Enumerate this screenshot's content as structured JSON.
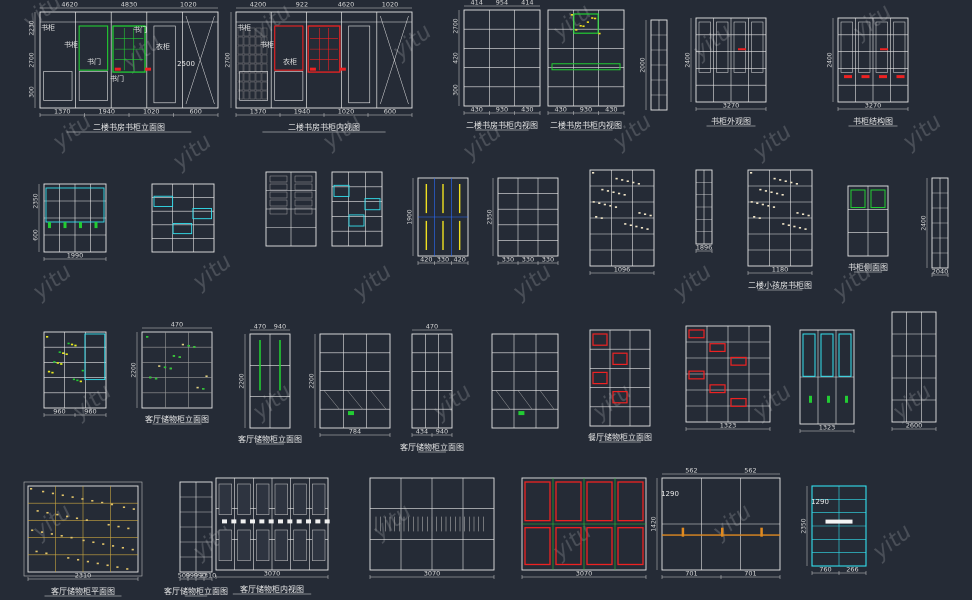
{
  "watermark": "yitu",
  "colors": {
    "background": "#252b36",
    "frame": "#e6e6e6",
    "dimension": "#cfcfcf",
    "accent_green": "#22cc33",
    "accent_cyan": "#33e0ee",
    "accent_red": "#ee2222",
    "accent_yellow": "#f0e020",
    "accent_blue": "#2a6cff",
    "accent_magenta": "#dd33cc",
    "accent_orange": "#e08a20"
  },
  "drawings": [
    {
      "title": "二楼书房书柜立面图",
      "bottom_dims": [
        "1370",
        "1940",
        "1020",
        "600"
      ],
      "top_dims": [
        "4620",
        "4830",
        "1020"
      ],
      "side_dims": [
        "2230",
        "2700",
        "300"
      ],
      "marks": [
        "书柜",
        "书柜",
        "书门",
        "书门",
        "书门",
        "衣柜",
        "2500"
      ]
    },
    {
      "title": "二楼书房书柜内视图",
      "bottom_dims": [
        "1370",
        "1940",
        "1020",
        "600"
      ],
      "top_dims": [
        "4200",
        "922",
        "4620",
        "1020"
      ],
      "side_dims": [
        "2700"
      ],
      "marks": [
        "书柜",
        "书柜",
        "衣柜"
      ]
    },
    {
      "title": "二楼书房书柜内视图",
      "bottom_dims": [
        "430",
        "930",
        "430"
      ],
      "top_dims": [
        "414",
        "954",
        "414"
      ],
      "side_dims": [
        "2700",
        "420",
        "300"
      ],
      "marks": []
    },
    {
      "title": "二楼书房书柜内视图",
      "bottom_dims": [
        "430",
        "930",
        "430"
      ],
      "top_dims": [],
      "side_dims": [],
      "marks": []
    },
    {
      "title": "",
      "bottom_dims": [],
      "top_dims": [],
      "side_dims": [
        "2000"
      ],
      "marks": []
    },
    {
      "title": "书柜外观图",
      "bottom_dims": [
        "3270"
      ],
      "top_dims": [],
      "side_dims": [
        "2400"
      ],
      "marks": []
    },
    {
      "title": "书柜结构图",
      "bottom_dims": [
        "3270"
      ],
      "top_dims": [],
      "side_dims": [
        "2400"
      ],
      "marks": []
    },
    {
      "title": "",
      "bottom_dims": [
        "1990"
      ],
      "top_dims": [],
      "side_dims": [
        "2350",
        "600"
      ],
      "marks": []
    },
    {
      "title": "",
      "bottom_dims": [],
      "top_dims": [],
      "side_dims": [],
      "marks": []
    },
    {
      "title": "",
      "bottom_dims": [],
      "top_dims": [],
      "side_dims": [],
      "marks": []
    },
    {
      "title": "",
      "bottom_dims": [],
      "top_dims": [],
      "side_dims": [],
      "marks": []
    },
    {
      "title": "",
      "bottom_dims": [
        "420",
        "330",
        "420"
      ],
      "top_dims": [],
      "side_dims": [
        "1900"
      ],
      "marks": []
    },
    {
      "title": "",
      "bottom_dims": [
        "330",
        "330",
        "330"
      ],
      "top_dims": [],
      "side_dims": [
        "2350"
      ],
      "marks": []
    },
    {
      "title": "",
      "bottom_dims": [
        "1096"
      ],
      "top_dims": [],
      "side_dims": [],
      "marks": []
    },
    {
      "title": "",
      "bottom_dims": [
        "1896"
      ],
      "top_dims": [],
      "side_dims": [],
      "marks": []
    },
    {
      "title": "二楼小孩房书柜图",
      "bottom_dims": [
        "1180"
      ],
      "top_dims": [],
      "side_dims": [],
      "marks": []
    },
    {
      "title": "书柜侧面图",
      "bottom_dims": [],
      "top_dims": [],
      "side_dims": [],
      "marks": []
    },
    {
      "title": "",
      "bottom_dims": [
        "2040"
      ],
      "top_dims": [],
      "side_dims": [
        "2400"
      ],
      "marks": []
    },
    {
      "title": "",
      "bottom_dims": [
        "960",
        "960"
      ],
      "top_dims": [],
      "side_dims": [],
      "marks": []
    },
    {
      "title": "客厅储物柜立面图",
      "bottom_dims": [],
      "top_dims": [
        "470"
      ],
      "side_dims": [
        "2200"
      ],
      "marks": []
    },
    {
      "title": "客厅储物柜立面图",
      "bottom_dims": [],
      "top_dims": [
        "470",
        "940"
      ],
      "side_dims": [
        "2200"
      ],
      "marks": []
    },
    {
      "title": "",
      "bottom_dims": [
        "784"
      ],
      "top_dims": [],
      "side_dims": [
        "2200"
      ],
      "marks": []
    },
    {
      "title": "客厅储物柜立面图",
      "bottom_dims": [
        "434",
        "940"
      ],
      "top_dims": [
        "470"
      ],
      "side_dims": [],
      "marks": []
    },
    {
      "title": "",
      "bottom_dims": [],
      "top_dims": [],
      "side_dims": [],
      "marks": []
    },
    {
      "title": "餐厅储物柜立面图",
      "bottom_dims": [],
      "top_dims": [],
      "side_dims": [],
      "marks": []
    },
    {
      "title": "",
      "bottom_dims": [
        "1323"
      ],
      "top_dims": [],
      "side_dims": [],
      "marks": []
    },
    {
      "title": "",
      "bottom_dims": [
        "1323"
      ],
      "top_dims": [],
      "side_dims": [],
      "marks": []
    },
    {
      "title": "",
      "bottom_dims": [
        "2600"
      ],
      "top_dims": [],
      "side_dims": [],
      "marks": []
    },
    {
      "title": "客厅储物柜平面图",
      "bottom_dims": [
        "2310"
      ],
      "top_dims": [],
      "side_dims": [],
      "marks": []
    },
    {
      "title": "客厅储物柜立面图",
      "bottom_dims": [
        "500",
        "990",
        "990",
        "2310"
      ],
      "top_dims": [],
      "side_dims": [],
      "marks": []
    },
    {
      "title": "客厅储物柜内视图",
      "bottom_dims": [
        "3070"
      ],
      "top_dims": [],
      "side_dims": [],
      "marks": []
    },
    {
      "title": "",
      "bottom_dims": [
        "3070"
      ],
      "top_dims": [],
      "side_dims": [],
      "marks": []
    },
    {
      "title": "",
      "bottom_dims": [
        "3070"
      ],
      "top_dims": [],
      "side_dims": [],
      "marks": []
    },
    {
      "title": "",
      "bottom_dims": [
        "701",
        "701"
      ],
      "top_dims": [
        "562",
        "562"
      ],
      "side_dims": [
        "1420"
      ],
      "marks": [
        "1290"
      ]
    },
    {
      "title": "",
      "bottom_dims": [
        "760",
        "266"
      ],
      "top_dims": [],
      "side_dims": [
        "2350"
      ],
      "marks": [
        "1290"
      ]
    }
  ]
}
